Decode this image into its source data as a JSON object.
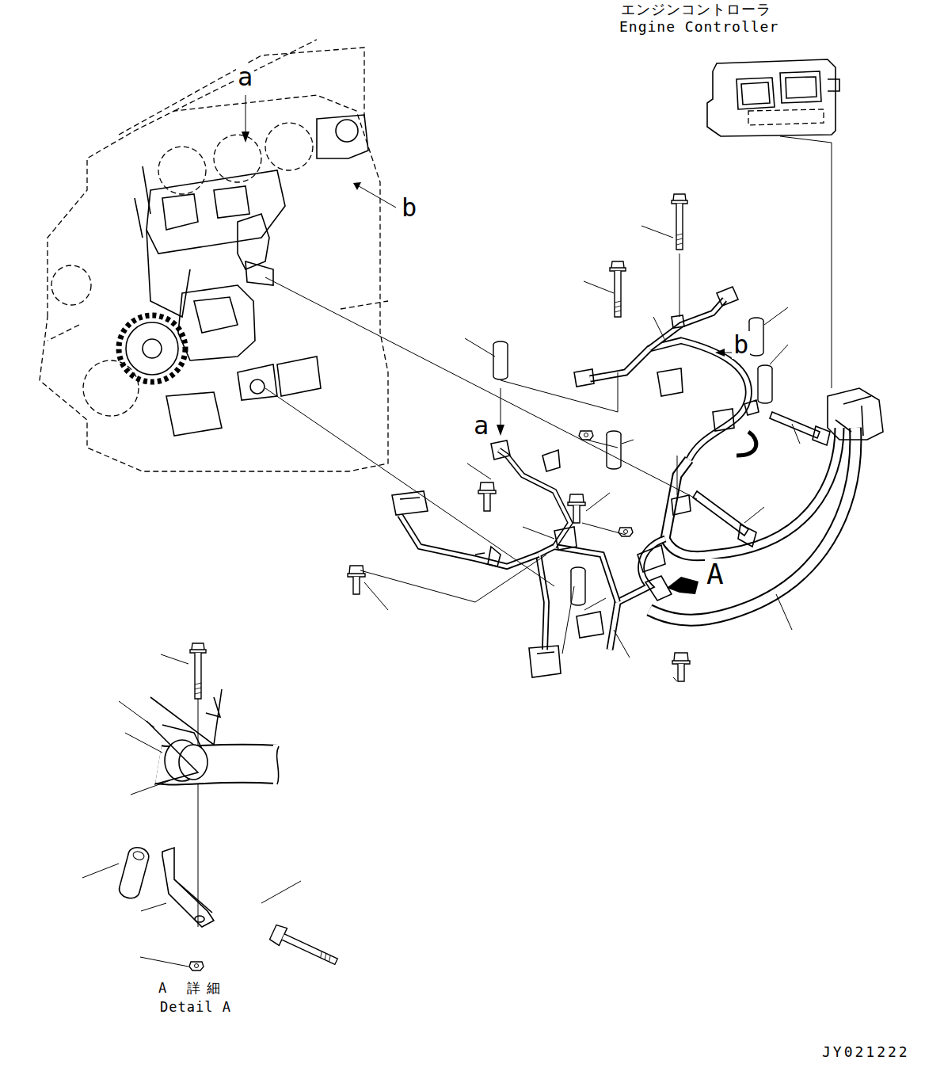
{
  "diagram": {
    "labels": [
      "エンジンコントローラ",
      "Engine Controller",
      "a",
      "b",
      "a",
      "b",
      "A",
      "A 詳細",
      "Detail A",
      "JY021222"
    ]
  }
}
